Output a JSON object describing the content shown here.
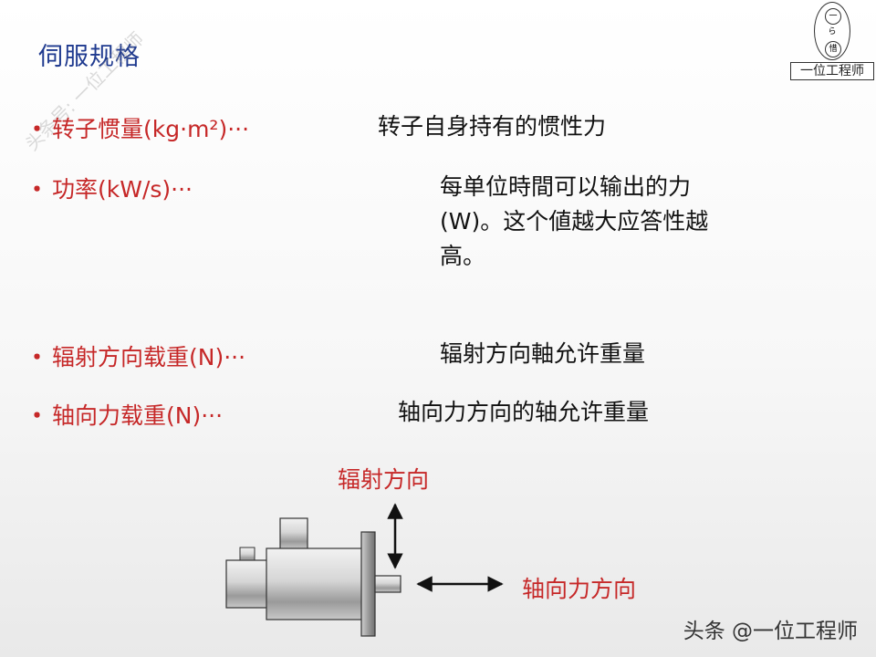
{
  "title": "伺服规格",
  "watermark": "头条号: 一位工程师",
  "logo": {
    "text": "一位工程师",
    "top_char": "一",
    "mid_char": "ら",
    "bottom_char": "惜"
  },
  "specs": [
    {
      "bullet": "・",
      "label": "转子惯量(kg·m²)···",
      "desc": "转子自身持有的惯性力"
    },
    {
      "bullet": "・",
      "label": "功率(kW/s)···",
      "desc_lines": [
        "每单位時間可以输出的力",
        "(W)。这个値越大应答性越",
        "高。"
      ]
    },
    {
      "bullet": "・",
      "label": "辐射方向载重(N)···",
      "desc": "辐射方向軸允许重量"
    },
    {
      "bullet": "・",
      "label": "轴向力载重(N)···",
      "desc": "轴向力方向的轴允许重量"
    }
  ],
  "diagram": {
    "radial_label": "辐射方向",
    "axial_label": "轴向力方向"
  },
  "footer": {
    "brand": "头条 @一位工程师"
  }
}
